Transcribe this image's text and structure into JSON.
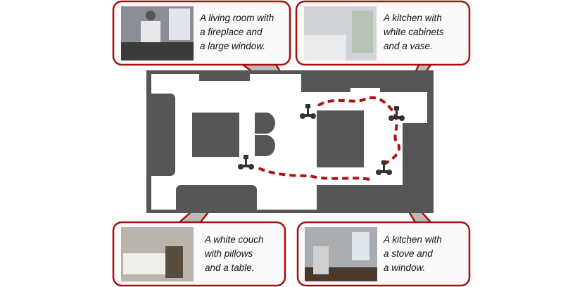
{
  "colors": {
    "accent": "#a80f0f",
    "wall": "#565656",
    "floor": "#ffffff",
    "path": "#b01010"
  },
  "callouts": [
    {
      "id": "living-room",
      "lines": [
        "A living room with",
        "a fireplace and",
        "a large window."
      ],
      "image": "living-room-photo"
    },
    {
      "id": "kitchen-vase",
      "lines": [
        "A kitchen with",
        "white cabinets",
        "and a vase."
      ],
      "image": "kitchen-photo"
    },
    {
      "id": "couch",
      "lines": [
        "A white couch",
        "with pillows",
        "and a table."
      ],
      "image": "couch-photo"
    },
    {
      "id": "kitchen-stove",
      "lines": [
        "A kitchen with",
        "a stove and",
        "a window."
      ],
      "image": "kitchen-stove-photo"
    }
  ]
}
